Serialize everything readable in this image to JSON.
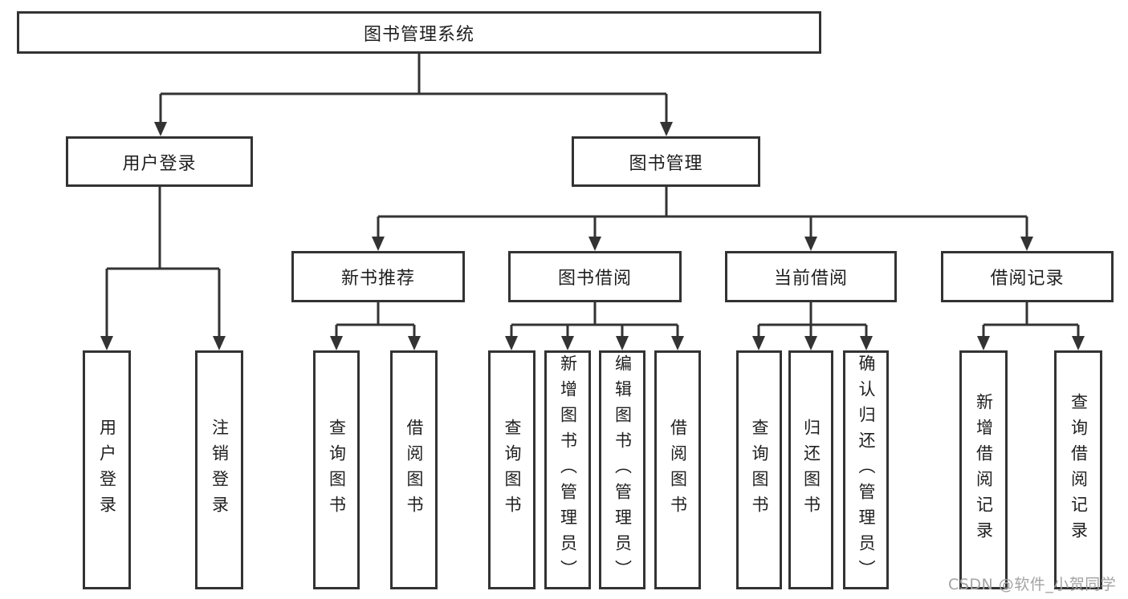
{
  "tree": {
    "label": "图书管理系统",
    "children": [
      {
        "label": "用户登录",
        "children": [
          {
            "label": "用户登录"
          },
          {
            "label": "注销登录"
          }
        ]
      },
      {
        "label": "图书管理",
        "children": [
          {
            "label": "新书推荐",
            "children": [
              {
                "label": "查询图书"
              },
              {
                "label": "借阅图书"
              }
            ]
          },
          {
            "label": "图书借阅",
            "children": [
              {
                "label": "查询图书"
              },
              {
                "label": "新增图书（管理员）"
              },
              {
                "label": "编辑图书（管理员）"
              },
              {
                "label": "借阅图书"
              }
            ]
          },
          {
            "label": "当前借阅",
            "children": [
              {
                "label": "查询图书"
              },
              {
                "label": "归还图书"
              },
              {
                "label": "确认归还（管理员）"
              }
            ]
          },
          {
            "label": "借阅记录",
            "children": [
              {
                "label": "新增借阅记录"
              },
              {
                "label": "查询借阅记录"
              }
            ]
          }
        ]
      }
    ]
  },
  "watermark": {
    "text": "CSDN @软件_小贺同学"
  },
  "colors": {
    "line": "#333333",
    "text": "#1f1f1f",
    "watermark": "#a3a3a3",
    "background": "#ffffff"
  }
}
